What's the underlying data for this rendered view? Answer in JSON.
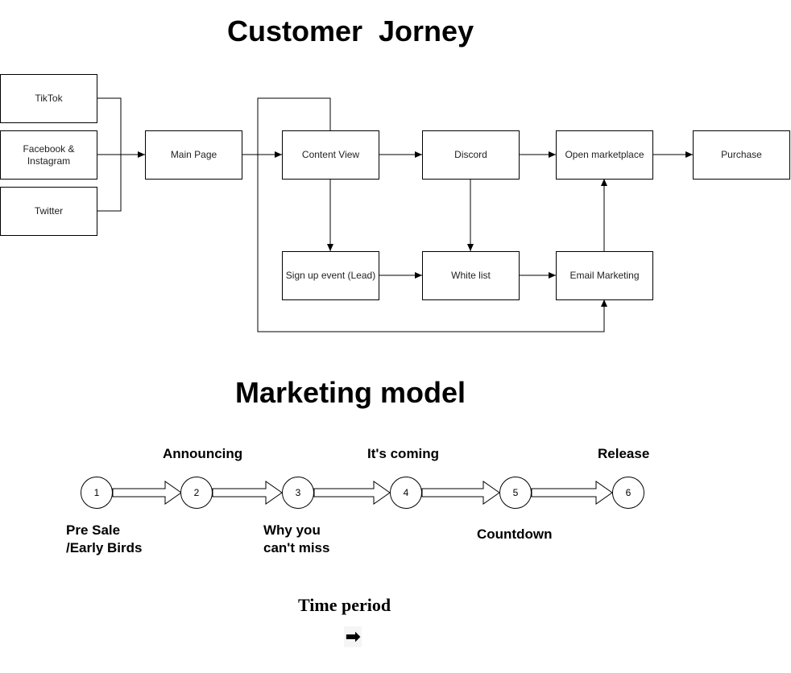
{
  "journey": {
    "title": "Customer  Jorney",
    "sources": {
      "tiktok": "TikTok",
      "facebook": [
        "Facebook &",
        "Instagram"
      ],
      "twitter": "Twitter"
    },
    "main_page": "Main Page",
    "content_view": "Content View",
    "discord": "Discord",
    "open_marketplace": "Open marketplace",
    "purchase": "Purchase",
    "signup": "Sign up event (Lead)",
    "white_list": "White list",
    "email_marketing": "Email Marketing"
  },
  "marketing": {
    "title": "Marketing model",
    "steps": [
      "1",
      "2",
      "3",
      "4",
      "5",
      "6"
    ],
    "stages_top": {
      "s2": "Announcing",
      "s4": "It's coming",
      "s6": "Release"
    },
    "stages_bottom": {
      "s1": [
        "Pre Sale",
        "/Early Birds"
      ],
      "s3": [
        "Why you",
        "can't miss"
      ],
      "s5": "Countdown"
    },
    "time_label": "Time period",
    "time_arrow": "➡"
  }
}
